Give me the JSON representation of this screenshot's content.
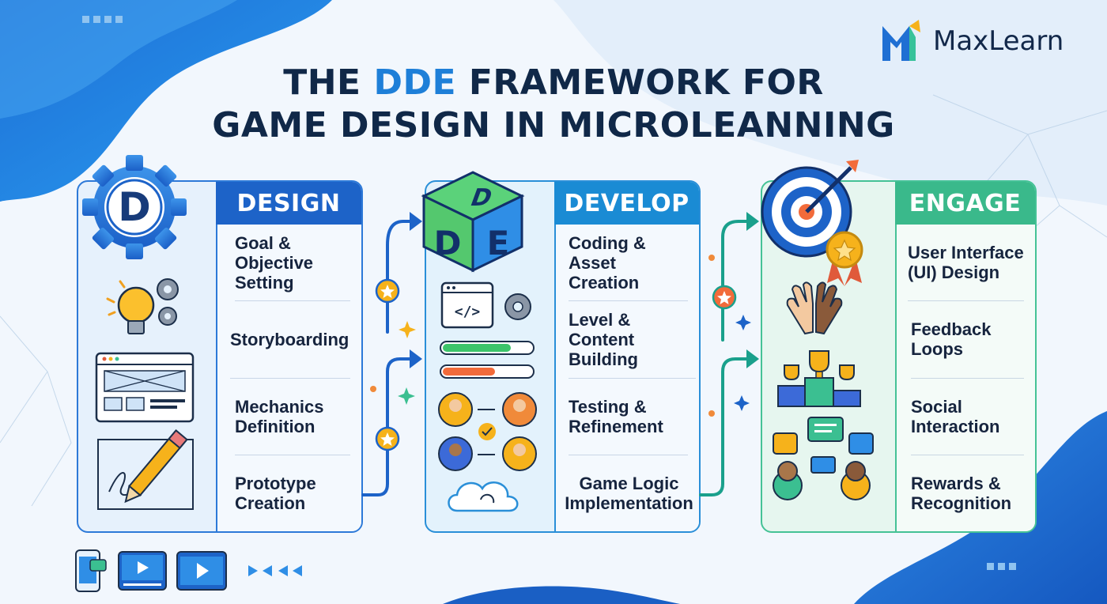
{
  "title": {
    "line1_prefix": "THE ",
    "line1_accent": "DDE",
    "line1_suffix": " FRAMEWORK FOR",
    "line2": "GAME DESIGN IN MICROLEANNING"
  },
  "brand": {
    "name": "MaxLearn"
  },
  "colors": {
    "design": "#1e6fd0",
    "develop": "#1a8fd6",
    "engage": "#3bbf91",
    "title_accent": "#1e7fd8",
    "title": "#102848"
  },
  "cube": {
    "top": "D",
    "left": "D",
    "right": "E"
  },
  "stages": [
    {
      "badge": "D",
      "title": "DESIGN",
      "items": [
        "Goal & Objective Setting",
        "Storyboarding",
        "Mechanics Definition",
        "Prototype Creation"
      ]
    },
    {
      "title": "DEVELOP",
      "items": [
        "Coding & Asset Creation",
        "Level & Content Building",
        "Testing & Refinement",
        "Game Logic Implementation"
      ]
    },
    {
      "title": "ENGAGE",
      "items": [
        "User Interface (UI) Design",
        "Feedback Loops",
        "Social Interaction",
        "Rewards & Recognition"
      ]
    }
  ],
  "icons": {
    "design": [
      "gear-icon",
      "lightbulb-icon",
      "wireframe-icon",
      "pencil-icon"
    ],
    "develop": [
      "code-window-icon",
      "progress-bars-icon",
      "user-exchange-icon",
      "cloud-sync-icon"
    ],
    "engage": [
      "target-icon",
      "medal-icon",
      "high-five-icon",
      "trophy-podium-icon",
      "social-chat-icon"
    ],
    "footer": [
      "phone-chat-icon",
      "video-player-icon",
      "video-player-icon"
    ]
  }
}
